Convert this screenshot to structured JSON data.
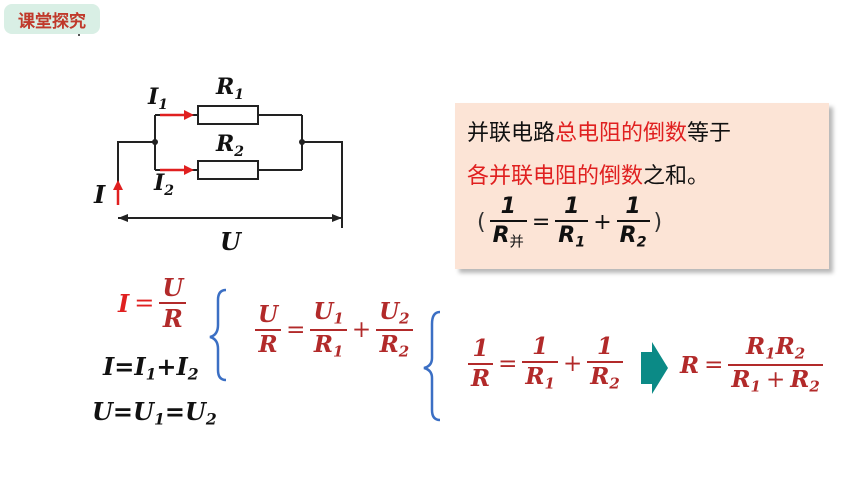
{
  "tag": {
    "label": "课堂探究"
  },
  "circuit": {
    "i1": "I",
    "i1_sub": "1",
    "r1": "R",
    "r1_sub": "1",
    "r2": "R",
    "r2_sub": "2",
    "i2": "I",
    "i2_sub": "2",
    "i": "I",
    "u": "U"
  },
  "box": {
    "line1_a": "并联电路",
    "line1_b": "总电阻的倒数",
    "line1_c": "等于",
    "line2_a": "各并联电阻的倒数",
    "line2_b": "之和。",
    "paren_open": "(",
    "paren_close": ")",
    "num": "1",
    "r_total": "R",
    "r_total_sub": "并",
    "r1": "R",
    "r1_sub": "1",
    "r2": "R",
    "r2_sub": "2"
  },
  "eqs": {
    "ohm_lhs": "I",
    "ohm_num": "U",
    "ohm_den": "R",
    "cur_text": "I=I",
    "cur_sub1": "1",
    "cur_plus": "+I",
    "cur_sub2": "2",
    "volt_text": "U=U",
    "volt_sub1": "1",
    "volt_mid": "=U",
    "volt_sub2": "2",
    "mid_num": "U",
    "mid_den": "R",
    "u1": "U",
    "u1_sub": "1",
    "r1": "R",
    "r1_sub": "1",
    "u2": "U",
    "u2_sub": "2",
    "r2": "R",
    "r2_sub": "2",
    "one": "1",
    "r": "R",
    "final_lhs": "R",
    "final_num_a": "R",
    "final_num_a_sub": "1",
    "final_num_b": "R",
    "final_num_b_sub": "2",
    "final_den_a": "R",
    "final_den_a_sub": "1",
    "final_den_b": "R",
    "final_den_b_sub": "2",
    "eq": "=",
    "plus": "+"
  },
  "colors": {
    "accent_red": "#e02020",
    "dark_red": "#b22a2a",
    "teal_arrow": "#0b8a86",
    "brace_blue": "#3b6fc4",
    "box_bg": "#fce4d6"
  }
}
